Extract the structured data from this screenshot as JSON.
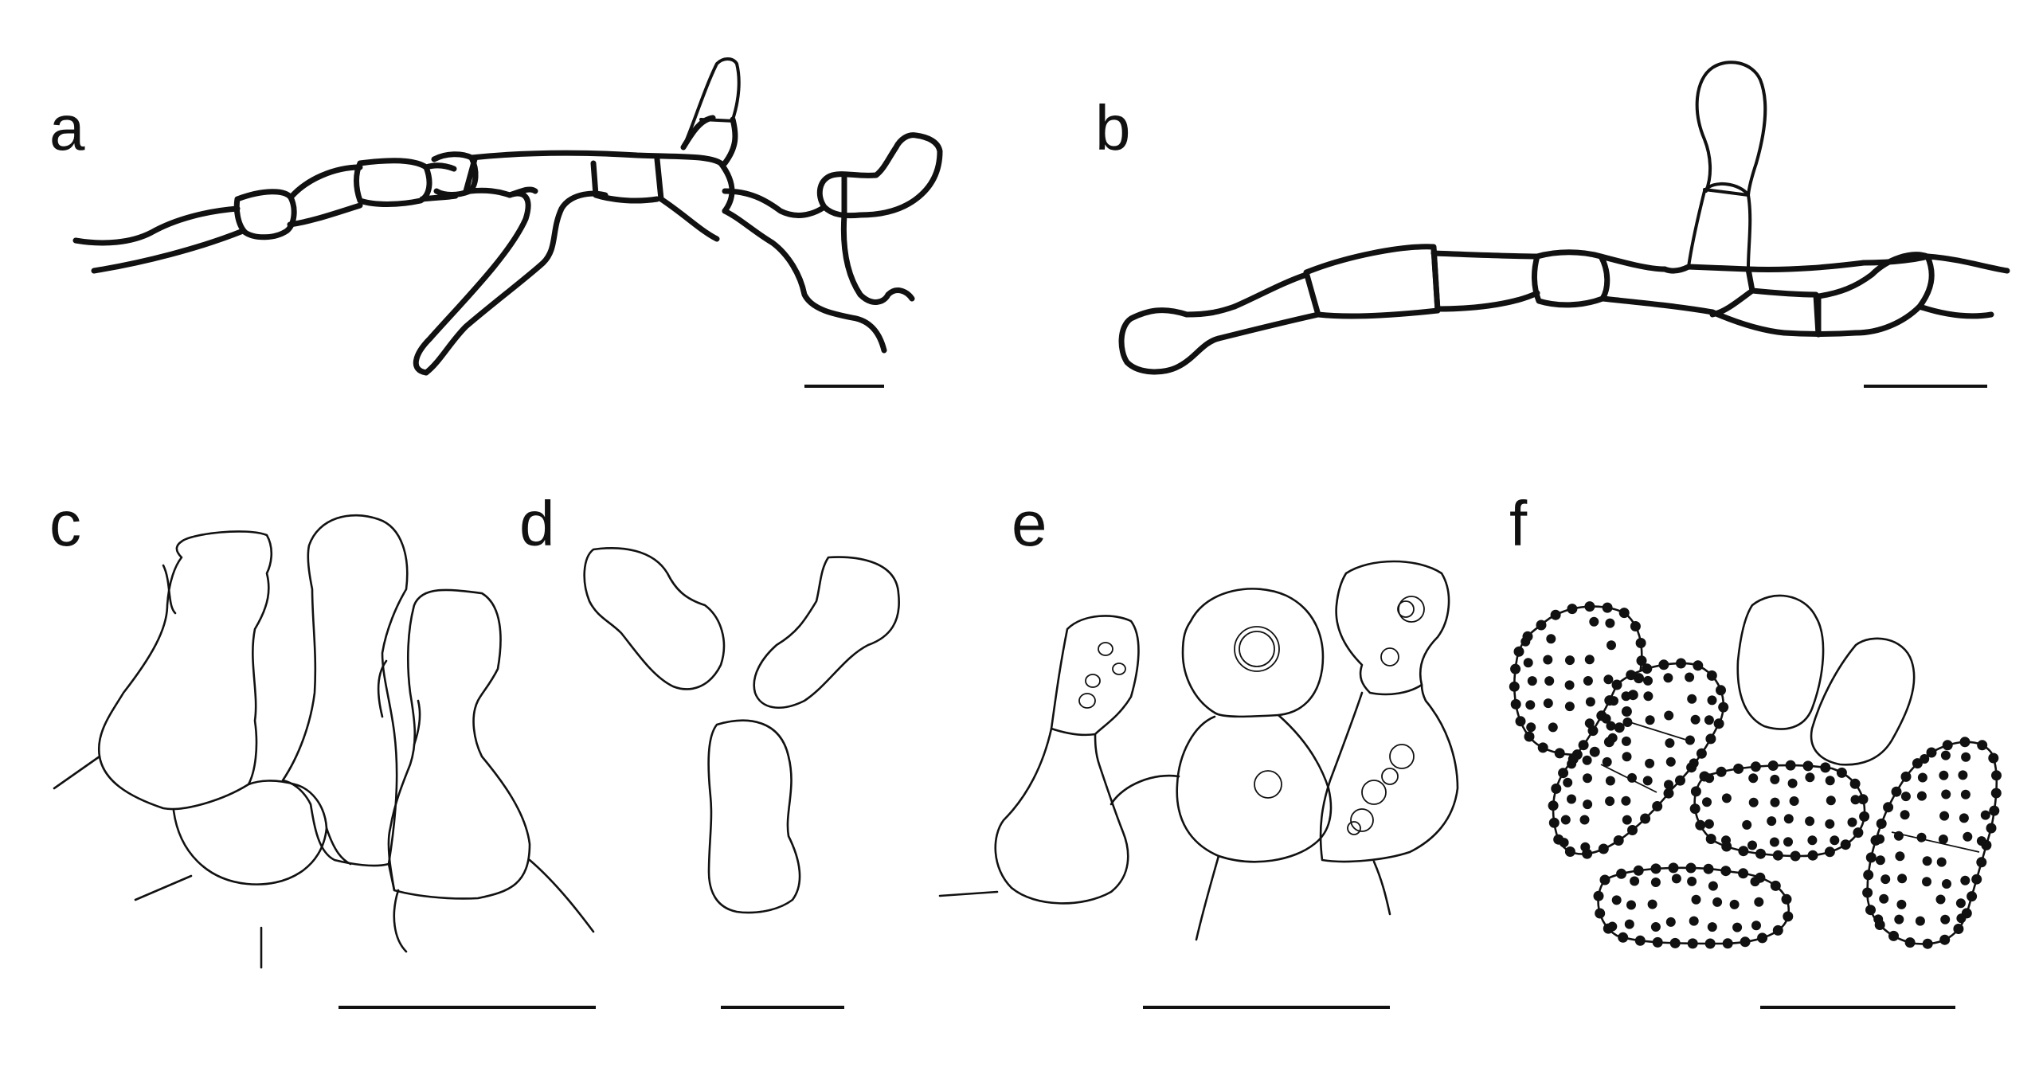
{
  "figure": {
    "panel_labels": {
      "a": "a",
      "b": "b",
      "c": "c",
      "d": "d",
      "e": "e",
      "f": "f"
    }
  }
}
